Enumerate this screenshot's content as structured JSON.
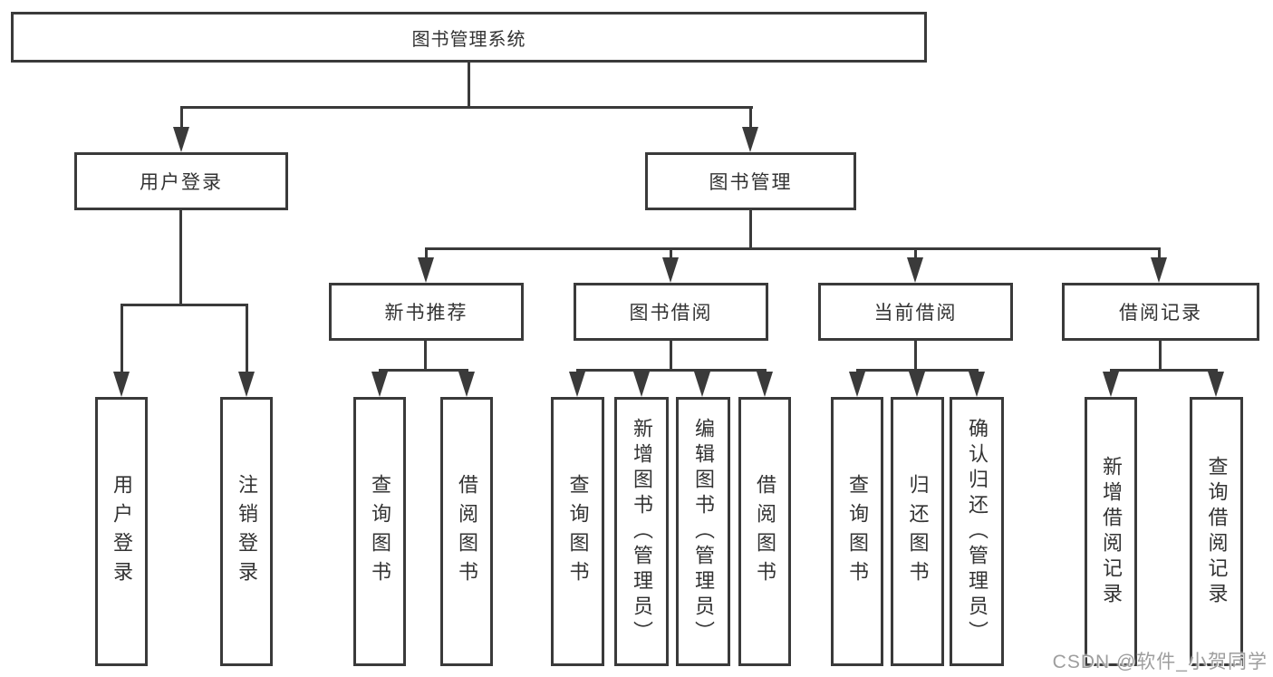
{
  "tree": {
    "root": {
      "label": "图书管理系统"
    },
    "level2": [
      {
        "label": "用户登录",
        "children": [
          {
            "label": "用户登录"
          },
          {
            "label": "注销登录"
          }
        ]
      },
      {
        "label": "图书管理",
        "children": [
          {
            "label": "新书推荐",
            "children": [
              {
                "label": "查询图书"
              },
              {
                "label": "借阅图书"
              }
            ]
          },
          {
            "label": "图书借阅",
            "children": [
              {
                "label": "查询图书"
              },
              {
                "label": "新增图书（管理员）"
              },
              {
                "label": "编辑图书（管理员）"
              },
              {
                "label": "借阅图书"
              }
            ]
          },
          {
            "label": "当前借阅",
            "children": [
              {
                "label": "查询图书"
              },
              {
                "label": "归还图书"
              },
              {
                "label": "确认归还（管理员）"
              }
            ]
          },
          {
            "label": "借阅记录",
            "children": [
              {
                "label": "新增借阅记录"
              },
              {
                "label": "查询借阅记录"
              }
            ]
          }
        ]
      }
    ]
  },
  "watermark": {
    "text": "CSDN @软件_小贺同学"
  },
  "colors": {
    "line": "#3a3a3a",
    "text": "#333333",
    "background": "#ffffff",
    "watermark": "#9e9e9e"
  }
}
